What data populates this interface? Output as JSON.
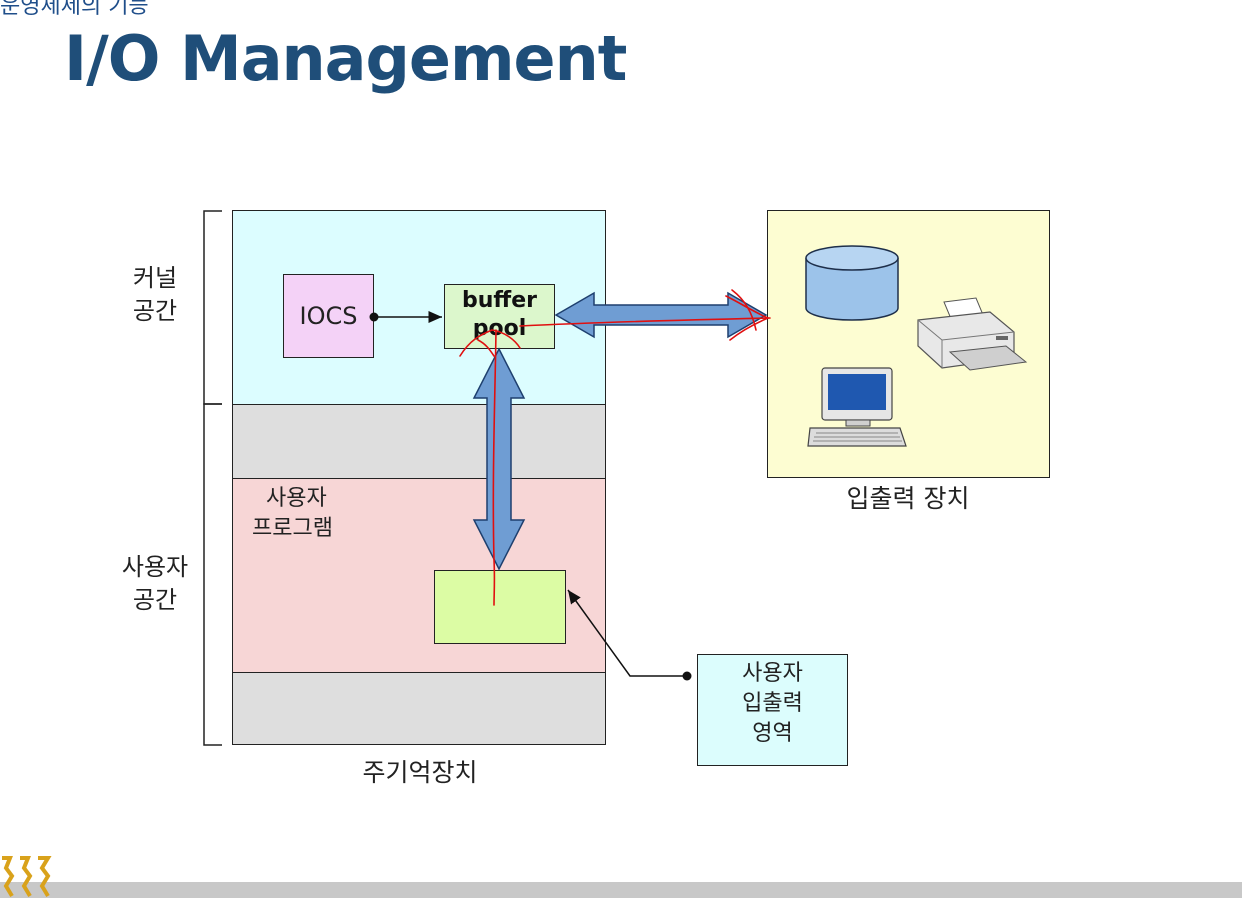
{
  "slide": {
    "breadcrumb": "운영체제의 기능",
    "title": "I/O Management"
  },
  "memory": {
    "kernel_label_line1": "커널",
    "kernel_label_line2": "공간",
    "user_label_line1": "사용자",
    "user_label_line2": "공간",
    "caption": "주기억장치",
    "iocs": "IOCS",
    "buffer_line1": "buffer",
    "buffer_line2": "pool",
    "user_program_line1": "사용자",
    "user_program_line2": "프로그램"
  },
  "devices": {
    "caption": "입출력 장치",
    "icons": [
      "disk-icon",
      "printer-icon",
      "computer-icon"
    ]
  },
  "callout": {
    "line1": "사용자",
    "line2": "입출력",
    "line3": "영역"
  },
  "colors": {
    "kernel_bg": "#dcfdff",
    "gap_bg": "#dedede",
    "user_bg": "#f7d6d6",
    "iocs_bg": "#f4d2f7",
    "buffer_bg": "#dcf7cc",
    "user_io_bg": "#dcfca4",
    "devices_bg": "#fdfdd2",
    "callout_bg": "#dcfdfd",
    "arrow_fill": "#6f9dd3",
    "title_color": "#1f4e79",
    "annotation": "#e01010"
  }
}
